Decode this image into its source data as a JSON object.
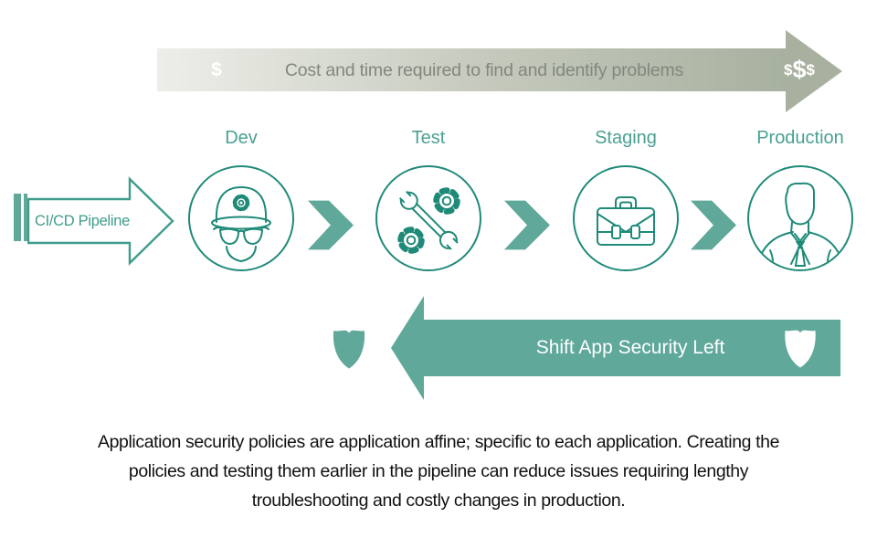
{
  "colors": {
    "teal_solid": "#5fa89a",
    "icon_stroke": "#1f8a78",
    "stage_label_teal": "#4aa092",
    "cicd_text_teal": "#3f9c8c",
    "cost_arrow_gradient_start": "#edeee9",
    "cost_arrow_gradient_end": "#a8b19f",
    "cost_text_gray": "#82877f",
    "caption_text": "#111111"
  },
  "cost_arrow": {
    "dollar_low": "$",
    "label": "Cost and time required to find and identify problems",
    "dollars_high": [
      "$",
      "$",
      "$"
    ]
  },
  "cicd_arrow": {
    "label": "CI/CD Pipeline"
  },
  "stages": [
    {
      "label": "Dev",
      "icon": "engineer-icon"
    },
    {
      "label": "Test",
      "icon": "tools-icon"
    },
    {
      "label": "Staging",
      "icon": "briefcase-icon"
    },
    {
      "label": "Production",
      "icon": "businessman-icon"
    }
  ],
  "shift_arrow": {
    "label": "Shift App Security Left",
    "icons": [
      "shield-icon",
      "shield-icon"
    ]
  },
  "caption": {
    "lines": [
      "Application security policies are application affine; specific to each application. Creating the",
      "policies and testing them earlier in the pipeline can reduce issues requiring lengthy",
      "troubleshooting and costly changes in production."
    ]
  }
}
